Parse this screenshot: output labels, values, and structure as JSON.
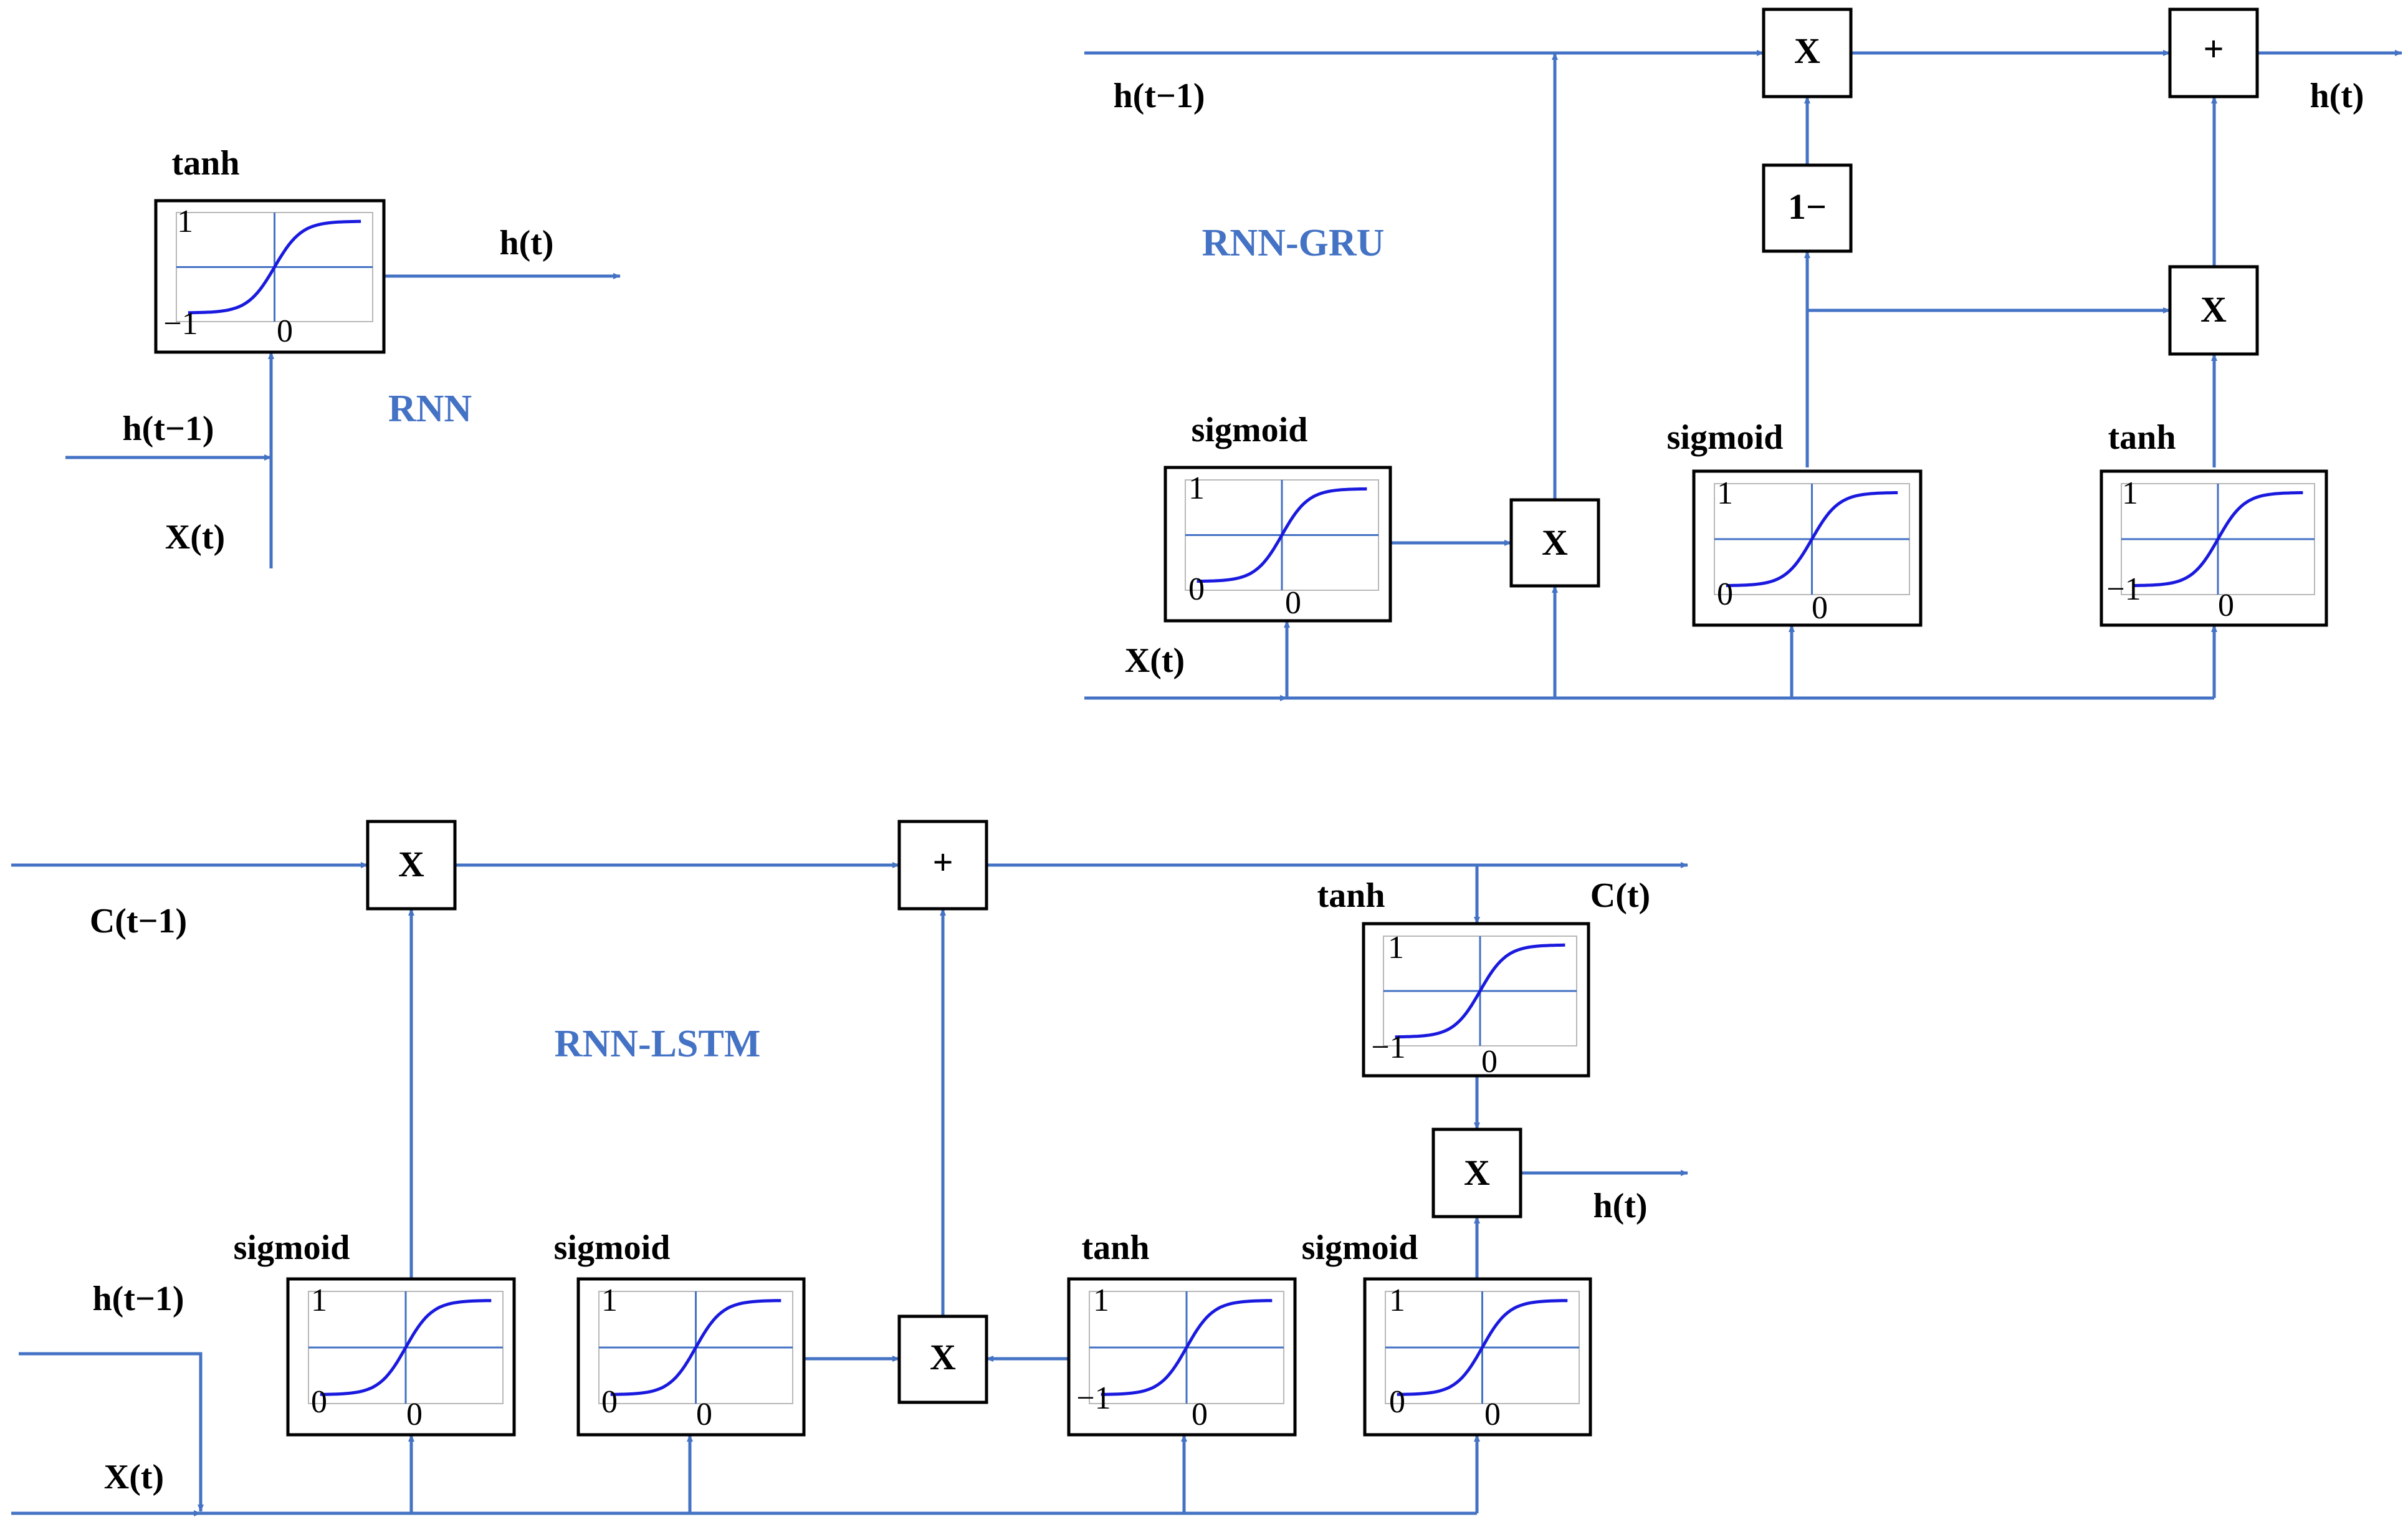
{
  "colors": {
    "line": "#4472c4",
    "curve": "#1a1adf",
    "title": "#4472c4",
    "stroke": "#000000"
  },
  "rnn": {
    "title": "RNN",
    "act_label": "tanh",
    "y_top": "1",
    "y_bottom": "−1",
    "x_zero": "0",
    "output_label": "h(t)",
    "hidden_in_label": "h(t−1)",
    "input_label": "X(t)"
  },
  "gru": {
    "title": "RNN-GRU",
    "hidden_in_label": "h(t−1)",
    "output_label": "h(t)",
    "input_label": "X(t)",
    "op_mul_top": "X",
    "op_plus": "+",
    "op_one_minus": "1−",
    "op_mul_right": "X",
    "op_mul_reset": "X",
    "reset_act_label": "sigmoid",
    "reset_y_top": "1",
    "reset_y_bottom": "0",
    "reset_x_zero": "0",
    "update_act_label": "sigmoid",
    "update_y_top": "1",
    "update_y_bottom": "0",
    "update_x_zero": "0",
    "cand_act_label": "tanh",
    "cand_y_top": "1",
    "cand_y_bottom": "−1",
    "cand_x_zero": "0"
  },
  "lstm": {
    "title": "RNN-LSTM",
    "cell_in_label": "C(t−1)",
    "cell_out_label": "C(t)",
    "hidden_in_label": "h(t−1)",
    "input_label": "X(t)",
    "output_label": "h(t)",
    "op_forget_mul": "X",
    "op_cell_plus": "+",
    "op_input_mul": "X",
    "op_output_mul": "X",
    "forget_act_label": "sigmoid",
    "forget_y_top": "1",
    "forget_y_bottom": "0",
    "forget_x_zero": "0",
    "input_act_label": "sigmoid",
    "input_y_top": "1",
    "input_y_bottom": "0",
    "input_x_zero": "0",
    "cand_act_label": "tanh",
    "cand_y_top": "1",
    "cand_y_bottom": "−1",
    "cand_x_zero": "0",
    "output_act_label": "sigmoid",
    "output_y_top": "1",
    "output_y_bottom": "0",
    "output_x_zero": "0",
    "cell_act_label": "tanh",
    "cell_y_top": "1",
    "cell_y_bottom": "−1",
    "cell_x_zero": "0"
  }
}
